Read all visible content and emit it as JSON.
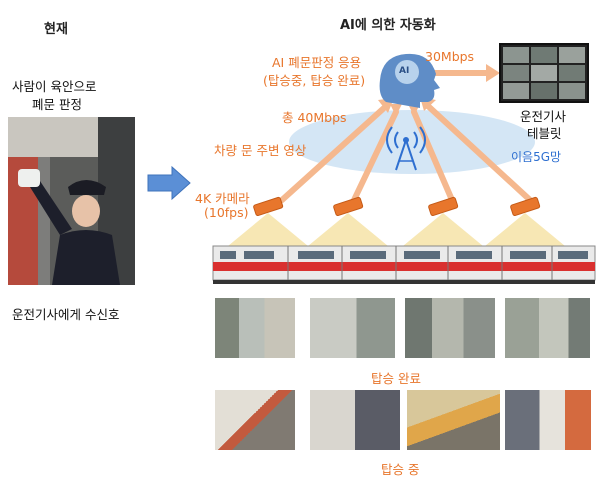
{
  "left": {
    "header": "현재",
    "caption_top": [
      "사람이 육안으로",
      "폐문 판정"
    ],
    "caption_bottom": "운전기사에게 수신호"
  },
  "right": {
    "header": "AI에 의한 자동화",
    "ai_label": [
      "AI 폐문판정 응용",
      "(탑승중, 탑승 완료)"
    ],
    "ai_badge": "AI",
    "rate_tablet": "30Mbps",
    "tablet_label": [
      "운전기사",
      "테블릿"
    ],
    "rate_total": "총 40Mbps",
    "video_label": "차량 문 주변 영상",
    "network_label": "이음5G망",
    "camera_label": [
      "4K 카메라",
      "(10fps)"
    ],
    "caption_done": "탑승 완료",
    "caption_boarding": "탑승 중"
  },
  "colors": {
    "orange": "#e8762c",
    "arrow": "#f5b88e",
    "cone": "#f7e7b4",
    "cloud": "#d4e6f5",
    "blue": "#2e6fd0",
    "train_red": "#d9302f"
  }
}
